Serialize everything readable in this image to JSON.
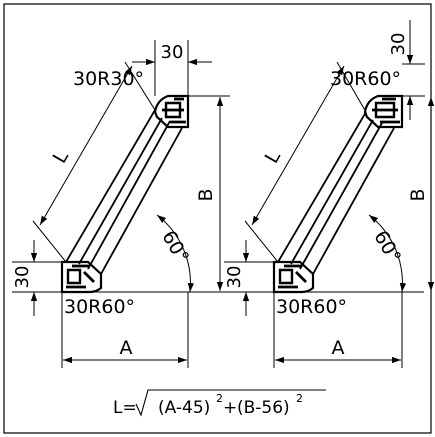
{
  "left_figure": {
    "top_fillet": "30R30°",
    "bottom_fillet": "30R60°",
    "top_dim": "30",
    "bottom_dim": "30",
    "length_label": "L",
    "height_label": "B",
    "width_label": "A",
    "angle": "60°"
  },
  "right_figure": {
    "top_fillet": "30R60°",
    "bottom_fillet": "30R60°",
    "top_dim": "30",
    "bottom_dim": "30",
    "length_label": "L",
    "height_label": "B",
    "width_label": "A",
    "angle": "60°"
  },
  "formula": {
    "lhs": "L=",
    "term1": "(A-45)",
    "exp1": "2",
    "plus": "+",
    "term2": "(B-56)",
    "exp2": "2"
  }
}
